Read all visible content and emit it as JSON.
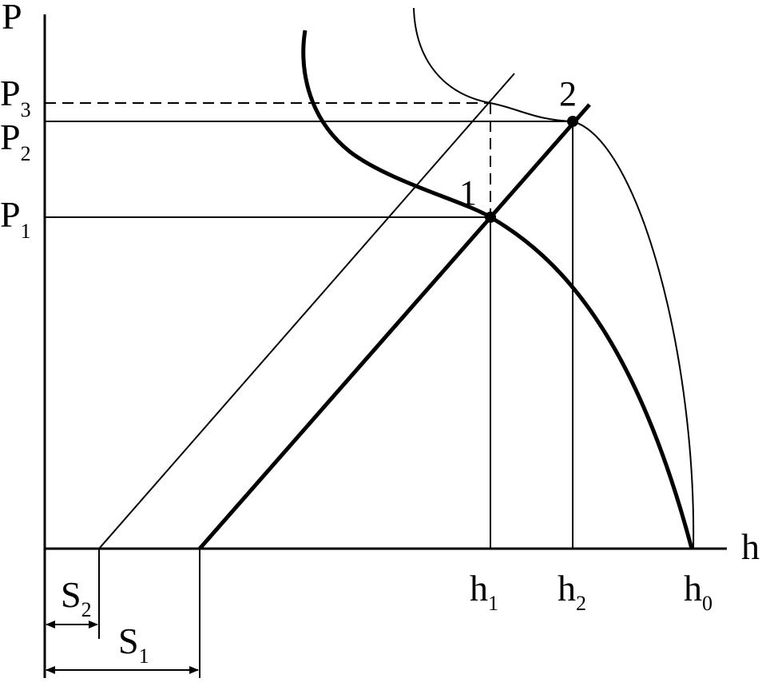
{
  "axes": {
    "y_label": "P",
    "x_label": "h"
  },
  "pressure_levels": [
    {
      "main": "P",
      "sub": "3"
    },
    {
      "main": "P",
      "sub": "2"
    },
    {
      "main": "P",
      "sub": "1"
    }
  ],
  "h_ticks": [
    {
      "main": "h",
      "sub": "1"
    },
    {
      "main": "h",
      "sub": "2"
    },
    {
      "main": "h",
      "sub": "0"
    }
  ],
  "points": [
    {
      "label": "1"
    },
    {
      "label": "2"
    }
  ],
  "offsets": [
    {
      "main": "S",
      "sub": "2"
    },
    {
      "main": "S",
      "sub": "1"
    }
  ],
  "colors": {
    "ink": "#000000",
    "background": "#ffffff"
  }
}
